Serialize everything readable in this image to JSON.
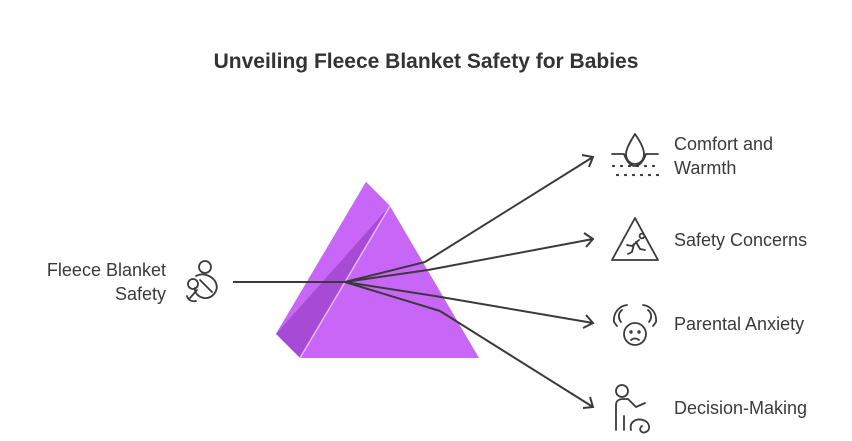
{
  "title": "Unveiling Fleece Blanket Safety for Babies",
  "source": {
    "line1": "Fleece Blanket",
    "line2": "Safety",
    "icon": "baby-blanket-icon"
  },
  "outputs": [
    {
      "line1": "Comfort and",
      "line2": "Warmth",
      "icon": "water-drop-icon"
    },
    {
      "line1": "Safety Concerns",
      "icon": "warning-triangle-icon"
    },
    {
      "line1": "Parental Anxiety",
      "icon": "anxious-face-icon"
    },
    {
      "line1": "Decision-Making",
      "icon": "person-choice-icon"
    }
  ],
  "colors": {
    "prism_face": "#c766f7",
    "prism_side": "#a74ad6",
    "stroke": "#3a3a3a"
  }
}
